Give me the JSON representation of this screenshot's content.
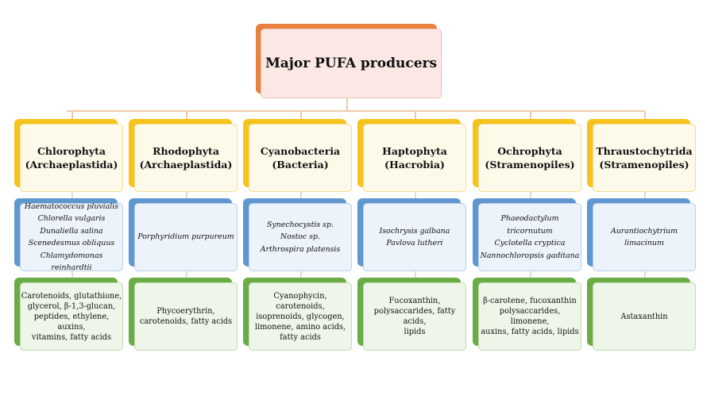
{
  "title": "Major PUFA producers",
  "groups": [
    {
      "name": "Chlorophyta",
      "clade": "(Archaeplastida)",
      "species": [
        "Haematococcus pluvialis",
        "Chlorella vulgaris",
        "Dunaliella salina",
        "Scenedesmus obliquus",
        "Chlamydomonas reinhardtii"
      ],
      "products": [
        "Carotenoids, glutathione,",
        "glycerol, β-1,3-glucan,",
        "peptides, ethylene, auxins,",
        "vitamins, fatty acids"
      ]
    },
    {
      "name": "Rhodophyta",
      "clade": "(Archaeplastida)",
      "species": [
        "Porphyridium purpureum"
      ],
      "products": [
        "Phycoerythrin,",
        "carotenoids, fatty acids"
      ]
    },
    {
      "name": "Cyanobacteria",
      "clade": "(Bacteria)",
      "species": [
        "Synechocystis sp.",
        "Nostoc sp.",
        "Arthrospira platensis"
      ],
      "products": [
        "Cyanophycin, carotenoids,",
        "isoprenoids, glycogen,",
        "limonene, amino acids,",
        "fatty acids"
      ]
    },
    {
      "name": "Haptophyta",
      "clade": "(Hacrobia)",
      "species": [
        "Isochrysis galbana",
        "Pavlova lutheri"
      ],
      "products": [
        "Fucoxanthin,",
        "polysaccarides, fatty acids,",
        "lipids"
      ]
    },
    {
      "name": "Ochrophyta",
      "clade": "(Stramenopiles)",
      "species": [
        "Phaeodactylum tricornutum",
        "Cyclotella cryptica",
        "Nannochloropsis gaditana"
      ],
      "products": [
        "β-carotene, fucoxanthin",
        "polysaccarides, limonene,",
        "auxins, fatty acids, lipids"
      ]
    },
    {
      "name": "Thraustochytrida",
      "clade": "(Stramenopiles)",
      "species": [
        "Aurantiochytrium",
        "limacinum"
      ],
      "products": [
        "Astaxanthin"
      ]
    }
  ],
  "colors": {
    "title_accent": "#e8803e",
    "level1_accent": "#f6c21c",
    "level2_accent": "#5f97cf",
    "level3_accent": "#6bac46"
  }
}
